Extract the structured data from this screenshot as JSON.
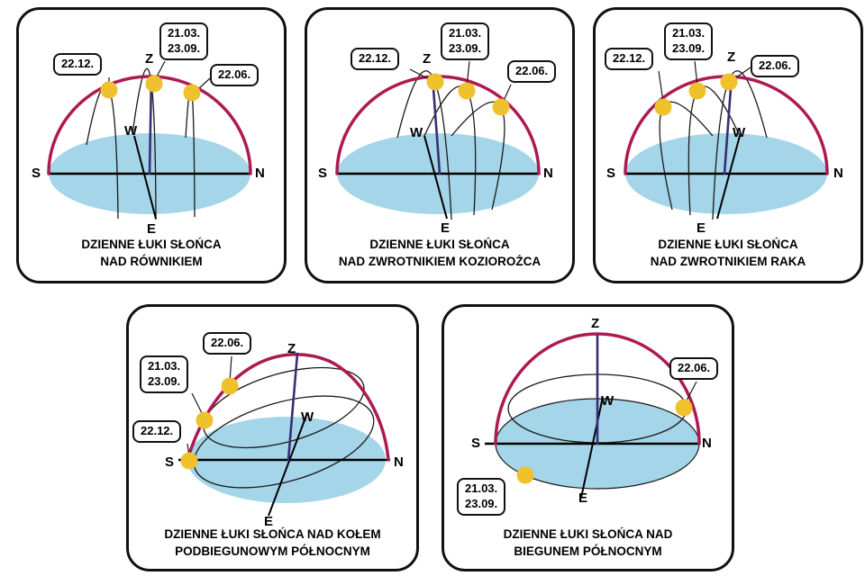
{
  "figure": {
    "type": "diagram",
    "topic": "Daily arcs of the Sun above different latitudes"
  },
  "colors": {
    "dome": "#ad1a52",
    "horizon_fill": "#a5d5e8",
    "zenith_line": "#372f75",
    "sun": "#eec12d"
  },
  "directions": {
    "zenith": "Z",
    "west": "W",
    "east": "E",
    "south": "S",
    "north": "N"
  },
  "panels": [
    {
      "id": "equator",
      "caption": "DZIENNE ŁUKI SŁOŃCA\nNAD RÓWNIKIEM",
      "dates": {
        "december": "22.12.",
        "equinox": "21.03.\n23.09.",
        "june": "22.06."
      }
    },
    {
      "id": "tropic-of-capricorn",
      "caption": "DZIENNE ŁUKI SŁOŃCA\nNAD ZWROTNIKIEM KOZIOROŻCA",
      "dates": {
        "december": "22.12.",
        "equinox": "21.03.\n23.09.",
        "june": "22.06."
      }
    },
    {
      "id": "tropic-of-cancer",
      "caption": "DZIENNE ŁUKI SŁOŃCA\nNAD ZWROTNIKIEM RAKA",
      "dates": {
        "december": "22.12.",
        "equinox": "21.03.\n23.09.",
        "june": "22.06."
      }
    },
    {
      "id": "arctic-circle",
      "caption": "DZIENNE ŁUKI SŁOŃCA NAD KOŁEM\nPODBIEGUNOWYM PÓŁNOCNYM",
      "dates": {
        "december": "22.12.",
        "equinox": "21.03.\n23.09.",
        "june": "22.06."
      }
    },
    {
      "id": "north-pole",
      "caption": "DZIENNE ŁUKI SŁOŃCA NAD\nBIEGUNEM PÓŁNOCNYM",
      "dates": {
        "equinox": "21.03.\n23.09.",
        "june": "22.06."
      }
    }
  ]
}
